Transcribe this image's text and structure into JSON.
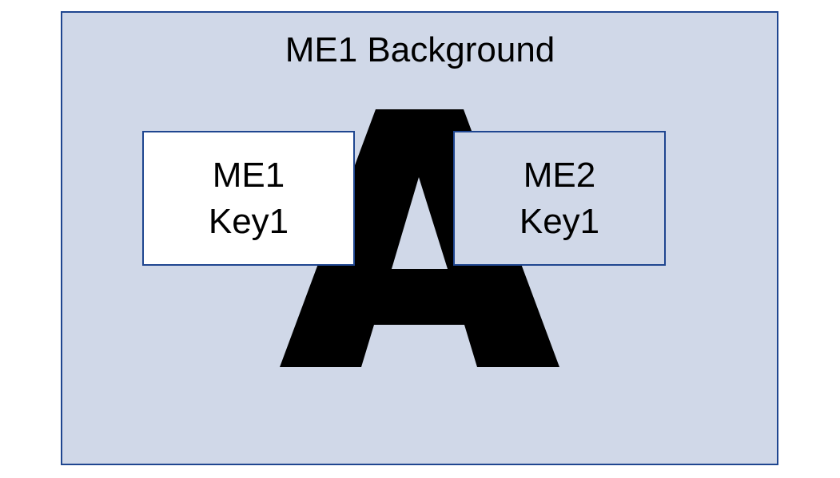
{
  "diagram": {
    "background_label": "ME1 Background",
    "letter": "A",
    "boxes": [
      {
        "line1": "ME1",
        "line2": "Key1"
      },
      {
        "line1": "ME2",
        "line2": "Key1"
      }
    ],
    "colors": {
      "background": "#d0d8e8",
      "border": "#1f4690",
      "letter": "#000000",
      "me1_fill": "#ffffff"
    }
  }
}
